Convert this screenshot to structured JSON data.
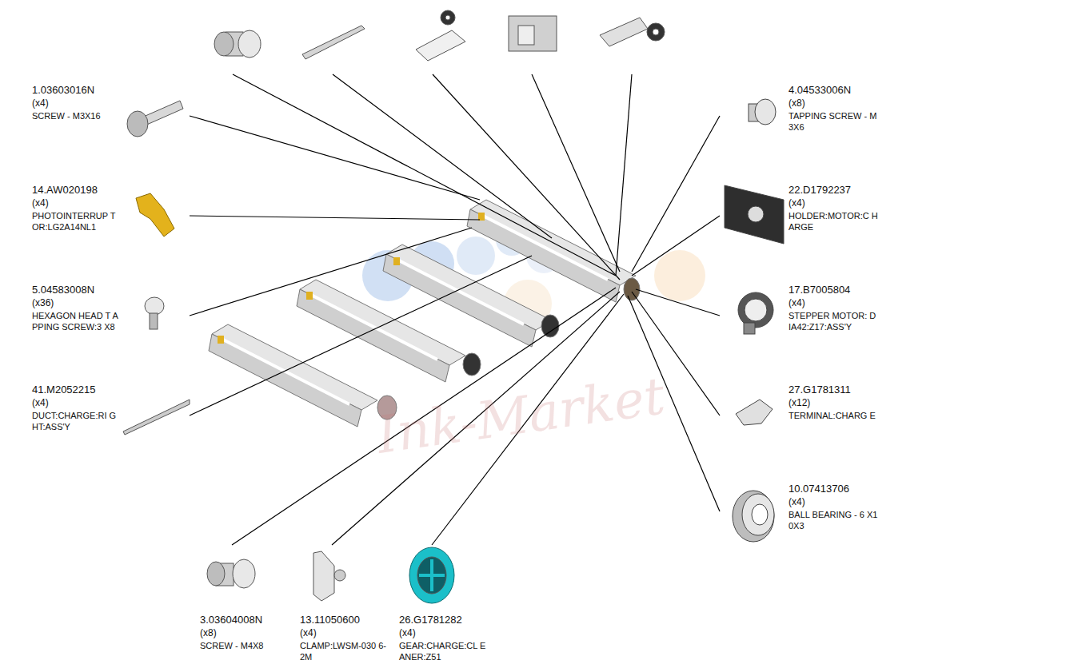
{
  "diagram": {
    "labels": [
      "1.03603016N",
      "(x4)",
      "SCREW - M3X16",
      "4.04533006N",
      "(x8)",
      "TAPPING SCREW - M3X6",
      "14.AW020198",
      "(x4)",
      "PHOTOINTERRUP TOR:LG2A14NL1",
      "22.D1792237",
      "(x4)",
      "HOLDER:MOTOR:C HARGE",
      "5.04583008N",
      "(x36)",
      "HEXAGON HEAD T APPING SCREW:3 X8",
      "17.B7005804",
      "(x4)",
      "STEPPER MOTOR: DIA42:Z17:ASS'Y",
      "41.M2052215",
      "(x4)",
      "DUCT:CHARGE:RI GHT:ASS'Y",
      "27.G1781311",
      "(x12)",
      "TERMINAL:CHARG E",
      "10.07413706",
      "(x4)",
      "BALL BEARING - 6 X10X3",
      "3.03604008N",
      "(x8)",
      "SCREW - M4X8",
      "13.11050600",
      "(x4)",
      "CLAMP:LWSM-030 6-2M",
      "26.G1781282",
      "(x4)",
      "GEAR:CHARGE:CL EANER:Z51",
      "Ink-Market"
    ]
  }
}
